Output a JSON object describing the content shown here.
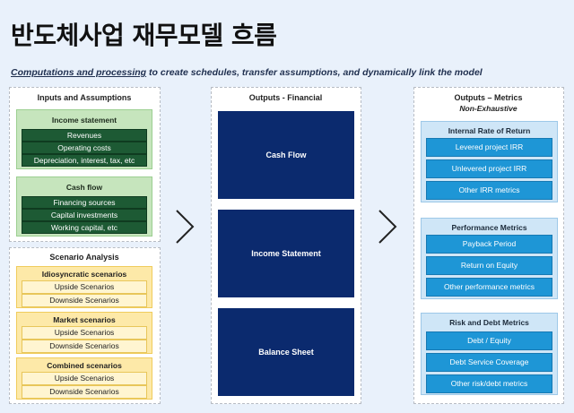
{
  "page_title": "반도체사업 재무모델 흐름",
  "subtitle": {
    "emph": "Computations and processing",
    "rest": " to create schedules, transfer assumptions, and dynamically link the model"
  },
  "inputs": {
    "title": "Inputs and Assumptions",
    "income_statement": {
      "title": "Income statement",
      "items": [
        "Revenues",
        "Operating costs",
        "Depreciation, interest, tax, etc"
      ]
    },
    "cash_flow": {
      "title": "Cash flow",
      "items": [
        "Financing sources",
        "Capital investments",
        "Working capital, etc"
      ]
    }
  },
  "scenario": {
    "title": "Scenario Analysis",
    "groups": [
      {
        "title": "Idiosyncratic scenarios",
        "items": [
          "Upside Scenarios",
          "Downside Scenarios"
        ]
      },
      {
        "title": "Market scenarios",
        "items": [
          "Upside Scenarios",
          "Downside Scenarios"
        ]
      },
      {
        "title": "Combined scenarios",
        "items": [
          "Upside Scenarios",
          "Downside Scenarios"
        ]
      }
    ]
  },
  "financial": {
    "title": "Outputs - Financial",
    "items": [
      "Cash Flow",
      "Income Statement",
      "Balance Sheet"
    ]
  },
  "metrics": {
    "title": "Outputs – Metrics",
    "subtitle": "Non-Exhaustive",
    "groups": [
      {
        "title": "Internal Rate of Return",
        "items": [
          "Levered project IRR",
          "Unlevered project IRR",
          "Other IRR metrics"
        ]
      },
      {
        "title": "Performance Metrics",
        "items": [
          "Payback Period",
          "Return on Equity",
          "Other performance metrics"
        ]
      },
      {
        "title": "Risk and Debt Metrics",
        "items": [
          "Debt / Equity",
          "Debt Service Coverage",
          "Other risk/debt metrics"
        ]
      }
    ]
  },
  "colors": {
    "background": "#e9f1fb",
    "green_dark": "#1d5a34",
    "green_light": "#c6e5bd",
    "yellow": "#fde9a8",
    "navy": "#0b2a6e",
    "blue": "#1e96d6",
    "blue_light": "#cfe6f7"
  },
  "icons": {
    "arrow": "chevron-right-icon"
  }
}
